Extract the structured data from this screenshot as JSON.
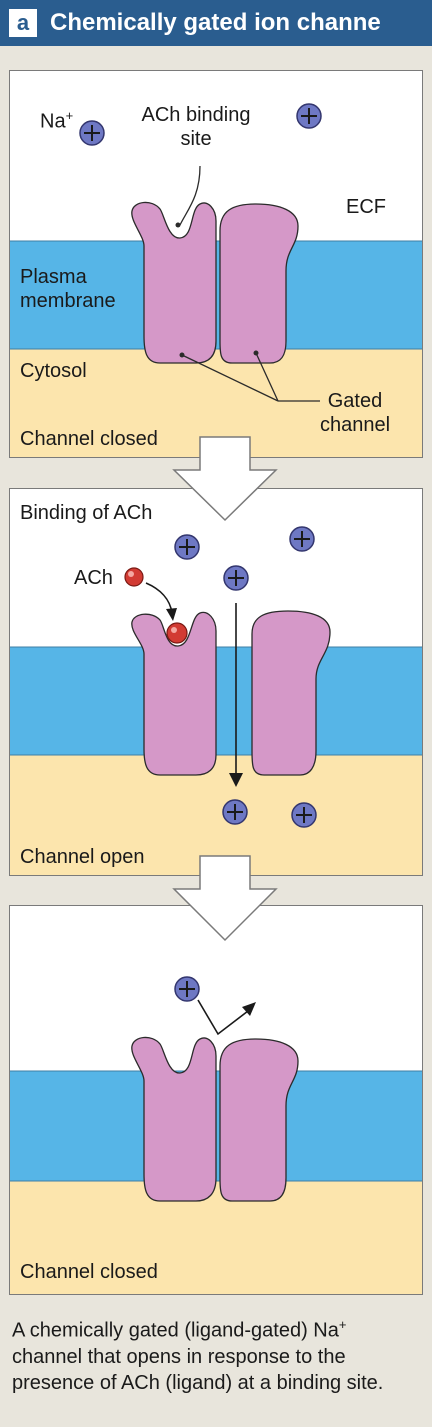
{
  "header": {
    "badge": "a",
    "title": "Chemically gated ion channe"
  },
  "panels": {
    "closed": {
      "na_label": "Na",
      "na_sup": "+",
      "ach_site_label_1": "ACh binding",
      "ach_site_label_2": "site",
      "ecf_label": "ECF",
      "membrane_label_1": "Plasma",
      "membrane_label_2": "membrane",
      "cytosol_label": "Cytosol",
      "gated_label_1": "Gated",
      "gated_label_2": "channel",
      "state_label": "Channel closed"
    },
    "open": {
      "binding_label": "Binding of ACh",
      "ach_label": "ACh",
      "state_label": "Channel open"
    },
    "reclosed": {
      "state_label": "Channel closed"
    }
  },
  "caption": {
    "part1": "A chemically gated (ligand-gated) Na",
    "sup": "+",
    "part2": " channel that opens in response to the presence of ACh (ligand) at a binding site."
  },
  "colors": {
    "header_bg": "#2a5d8f",
    "ecf": "#ffffff",
    "membrane": "#56b5e7",
    "cytosol": "#fce5ad",
    "channel": "#d598c8",
    "ion": "#6e78c4",
    "ach": "#d23b33",
    "page_bg": "#e8e5dc"
  }
}
